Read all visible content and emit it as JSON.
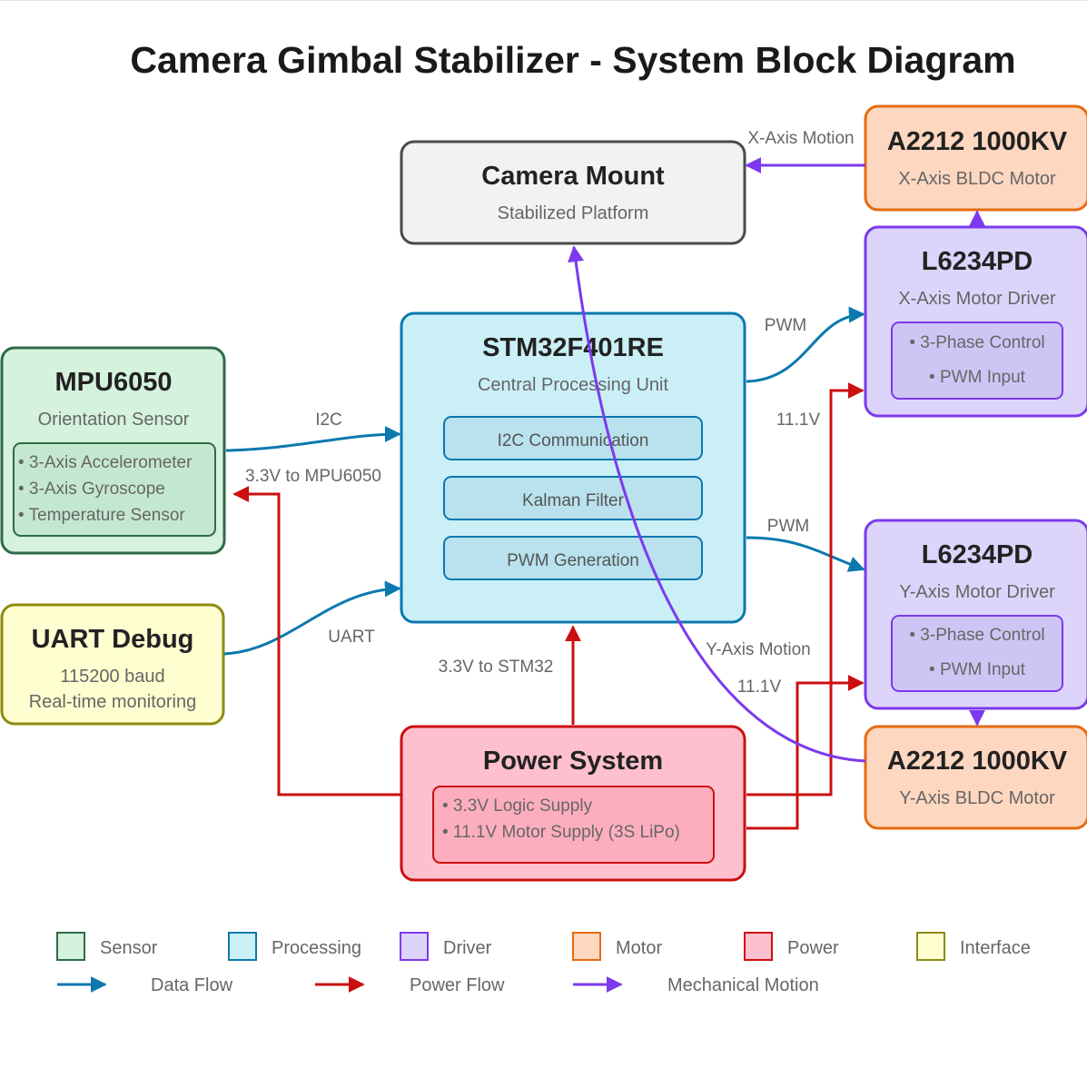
{
  "title": "Camera Gimbal Stabilizer - System Block Diagram",
  "colors": {
    "sensor": {
      "fill": "#d5f2dc",
      "stroke": "#2e6b47"
    },
    "processing": {
      "fill": "#cbeff7",
      "stroke": "#0b79ad"
    },
    "driver": {
      "fill": "#ddd4fb",
      "stroke": "#7c3aed"
    },
    "motor": {
      "fill": "#fed7c0",
      "stroke": "#e66b12"
    },
    "power": {
      "fill": "#fec0cf",
      "stroke": "#cc0f0f"
    },
    "interface": {
      "fill": "#fffed0",
      "stroke": "#8e8a14"
    },
    "mount": {
      "fill": "#f2f2f2",
      "stroke": "#4a4a4a"
    },
    "data_flow": "#0b79ad",
    "power_flow": "#cc0f0f",
    "mechanical_motion": "#7c3aed"
  },
  "blocks": {
    "camera_mount": {
      "title": "Camera Mount",
      "subtitle": "Stabilized Platform"
    },
    "mcu": {
      "title": "STM32F401RE",
      "subtitle": "Central Processing Unit",
      "modules": [
        "I2C Communication",
        "Kalman Filter",
        "PWM Generation"
      ]
    },
    "imu": {
      "title": "MPU6050",
      "subtitle": "Orientation Sensor",
      "features": [
        "• 3-Axis Accelerometer",
        "• 3-Axis Gyroscope",
        "• Temperature Sensor"
      ]
    },
    "uart": {
      "title": "UART Debug",
      "lines": [
        "115200 baud",
        "Real-time monitoring"
      ]
    },
    "power": {
      "title": "Power System",
      "features": [
        "• 3.3V Logic Supply",
        "• 11.1V Motor Supply (3S LiPo)"
      ]
    },
    "motor_x": {
      "title": "A2212 1000KV",
      "subtitle": "X-Axis BLDC Motor"
    },
    "driver_x": {
      "title": "L6234PD",
      "subtitle": "X-Axis Motor Driver",
      "features": [
        "• 3-Phase Control",
        "• PWM Input"
      ]
    },
    "driver_y": {
      "title": "L6234PD",
      "subtitle": "Y-Axis Motor Driver",
      "features": [
        "• 3-Phase Control",
        "• PWM Input"
      ]
    },
    "motor_y": {
      "title": "A2212 1000KV",
      "subtitle": "Y-Axis BLDC Motor"
    }
  },
  "edge_labels": {
    "x_motion": "X-Axis Motion",
    "pwm_x": "PWM",
    "v11_x": "11.1V",
    "i2c": "I2C",
    "v33_imu": "3.3V to MPU6050",
    "pwm_y": "PWM",
    "uart": "UART",
    "y_motion": "Y-Axis Motion",
    "v33_mcu": "3.3V to STM32",
    "v11_y": "11.1V"
  },
  "legend": {
    "boxes": [
      "Sensor",
      "Processing",
      "Driver",
      "Motor",
      "Power",
      "Interface"
    ],
    "lines": [
      "Data Flow",
      "Power Flow",
      "Mechanical Motion"
    ]
  }
}
